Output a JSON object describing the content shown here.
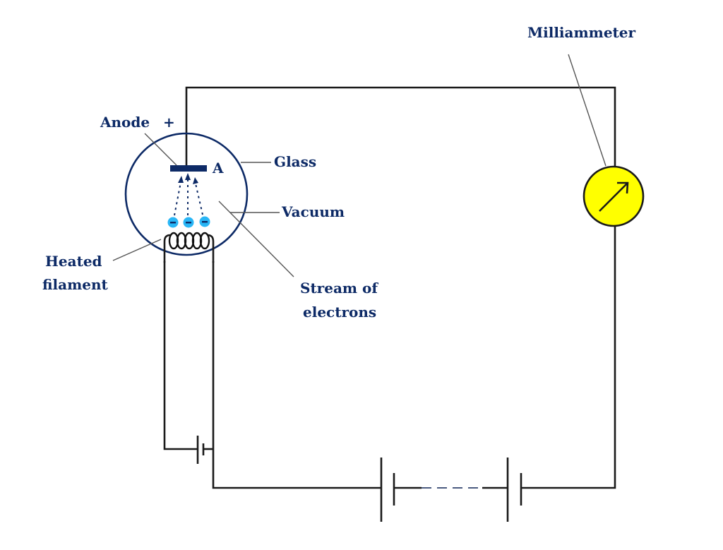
{
  "diagram": {
    "title": "Thermionic emission circuit (diode valve)",
    "labels": {
      "anode": "Anode",
      "anode_sign": "+",
      "anode_letter": "A",
      "glass": "Glass",
      "vacuum": "Vacuum",
      "heated_filament_line1": "Heated",
      "heated_filament_line2": "filament",
      "stream_line1": "Stream of",
      "stream_line2": "electrons",
      "milliammeter": "Milliammeter",
      "electron_sign": "−"
    },
    "colors": {
      "label_text": "#0d2a66",
      "glass_outline": "#0d2a66",
      "anode_plate": "#0d2a66",
      "electron_fill": "#29b6f6",
      "meter_fill": "#ffff00",
      "wire": "#1a1a1a",
      "battery_link_dashes": "#4a5a80"
    },
    "components": {
      "electron_count": 3,
      "filament_coil_turns": 5,
      "high_voltage_battery_cells_drawn": 2,
      "filament_battery_cells": 1
    }
  }
}
